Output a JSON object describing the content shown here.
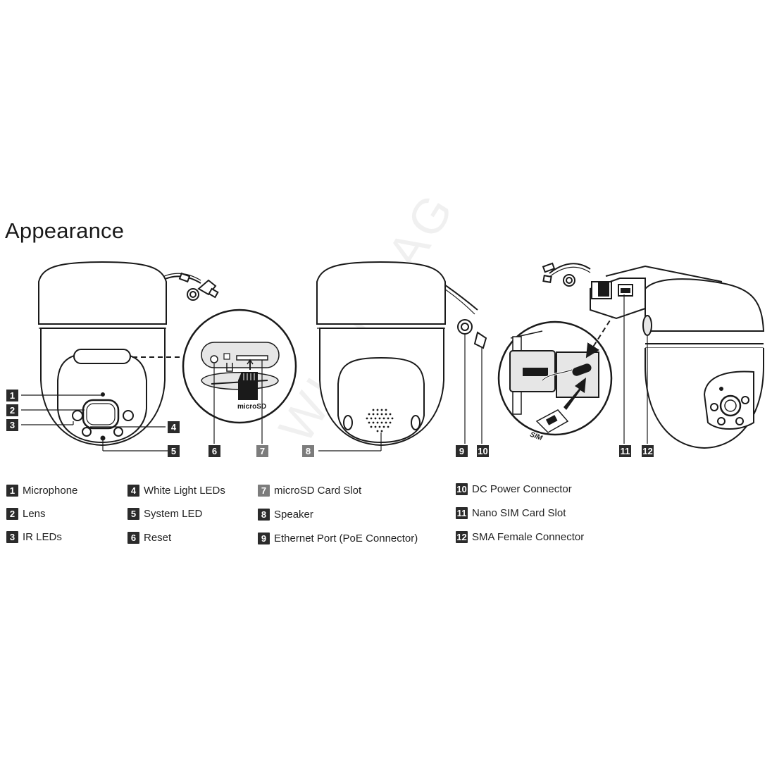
{
  "title": "Appearance",
  "watermark": "WI-FI MAG",
  "sd_card_label": "microSD",
  "sim_label": "SIM",
  "colors": {
    "badge_dark": "#2b2b2b",
    "badge_grey": "#7c7c7c",
    "line": "#1a1a1a",
    "shade": "#e6e6e6"
  },
  "callouts": [
    "1",
    "2",
    "3",
    "4",
    "5",
    "6",
    "7",
    "8",
    "9",
    "10",
    "11",
    "12"
  ],
  "legend": [
    {
      "num": "1",
      "label": "Microphone"
    },
    {
      "num": "2",
      "label": "Lens"
    },
    {
      "num": "3",
      "label": "IR LEDs"
    },
    {
      "num": "4",
      "label": "White Light LEDs"
    },
    {
      "num": "5",
      "label": "System LED"
    },
    {
      "num": "6",
      "label": "Reset"
    },
    {
      "num": "7",
      "label": "microSD Card Slot"
    },
    {
      "num": "8",
      "label": "Speaker"
    },
    {
      "num": "9",
      "label": "Ethernet Port (PoE Connector)"
    },
    {
      "num": "10",
      "label": "DC Power Connector"
    },
    {
      "num": "11",
      "label": "Nano SIM Card Slot"
    },
    {
      "num": "12",
      "label": "SMA Female Connector"
    }
  ]
}
